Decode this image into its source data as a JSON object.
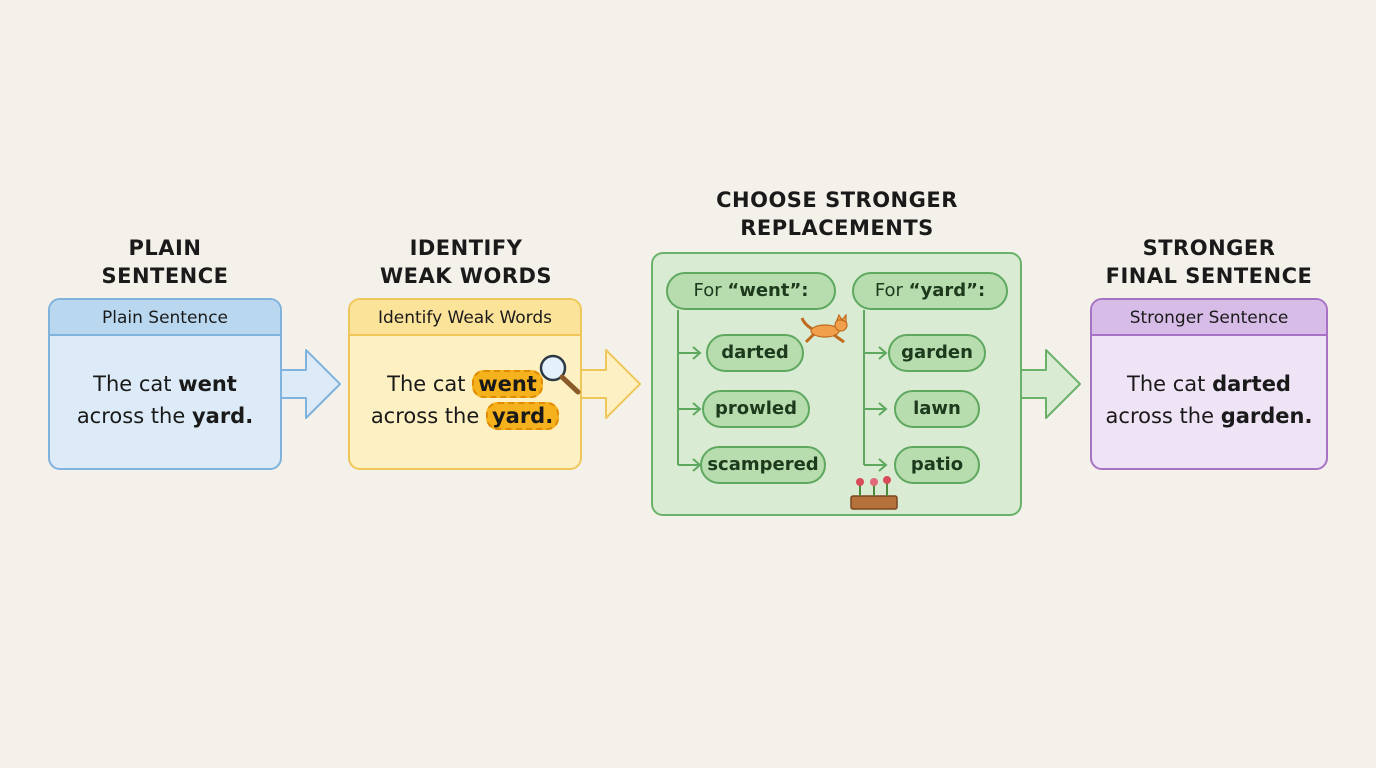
{
  "stages": [
    {
      "title_line1": "PLAIN",
      "title_line2": "SENTENCE",
      "header": "Plain Sentence"
    },
    {
      "title_line1": "IDENTIFY",
      "title_line2": "WEAK WORDS",
      "header": "Identify Weak Words"
    },
    {
      "title_line1": "CHOOSE STRONGER",
      "title_line2": "REPLACEMENTS"
    },
    {
      "title_line1": "STRONGER",
      "title_line2": "FINAL SENTENCE",
      "header": "Stronger Sentence"
    }
  ],
  "plain_sentence": {
    "part1": "The cat ",
    "word1": "went",
    "part2": "across the ",
    "word2": "yard."
  },
  "final_sentence": {
    "part1": "The cat ",
    "word1": "darted",
    "part2": "across the ",
    "word2": "garden."
  },
  "replacements": {
    "went": {
      "label_prefix": "For ",
      "label_word": "“went”:",
      "options": [
        "darted",
        "prowled",
        "scampered"
      ]
    },
    "yard": {
      "label_prefix": "For ",
      "label_word": "“yard”:",
      "options": [
        "garden",
        "lawn",
        "patio"
      ]
    }
  },
  "icons": {
    "magnifier": "magnifying-glass-icon",
    "cat": "running-cat-icon",
    "planter": "flower-planter-icon"
  },
  "colors": {
    "blue": "#7fb2dc",
    "yellow": "#efc65a",
    "green": "#6ab26a",
    "purple": "#a772c3",
    "highlight": "#f5b21d"
  }
}
